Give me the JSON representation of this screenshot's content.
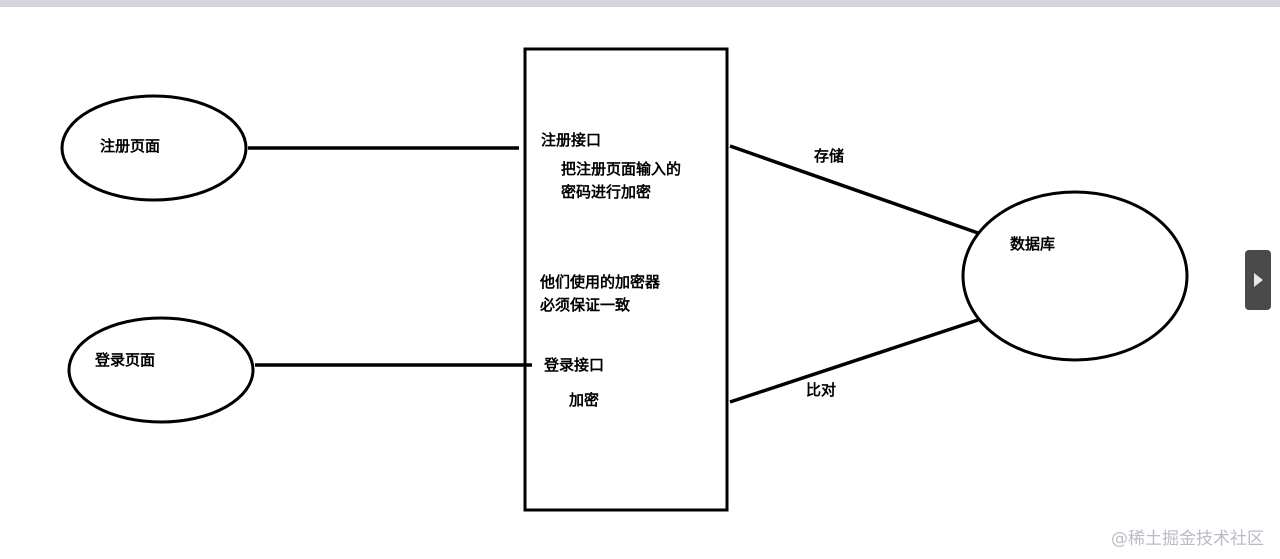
{
  "diagram": {
    "register_page": "注册页面",
    "login_page": "登录页面",
    "register_api": "注册接口",
    "register_note_line1": "把注册页面输入的",
    "register_note_line2": "密码进行加密",
    "shared_note_line1": "他们使用的加密器",
    "shared_note_line2": "必须保证一致",
    "login_api": "登录接口",
    "login_note": "加密",
    "database": "数据库",
    "edge_store": "存储",
    "edge_compare": "比对"
  },
  "watermark": "@稀土掘金技术社区",
  "icons": {
    "next": "play-arrow-icon"
  }
}
